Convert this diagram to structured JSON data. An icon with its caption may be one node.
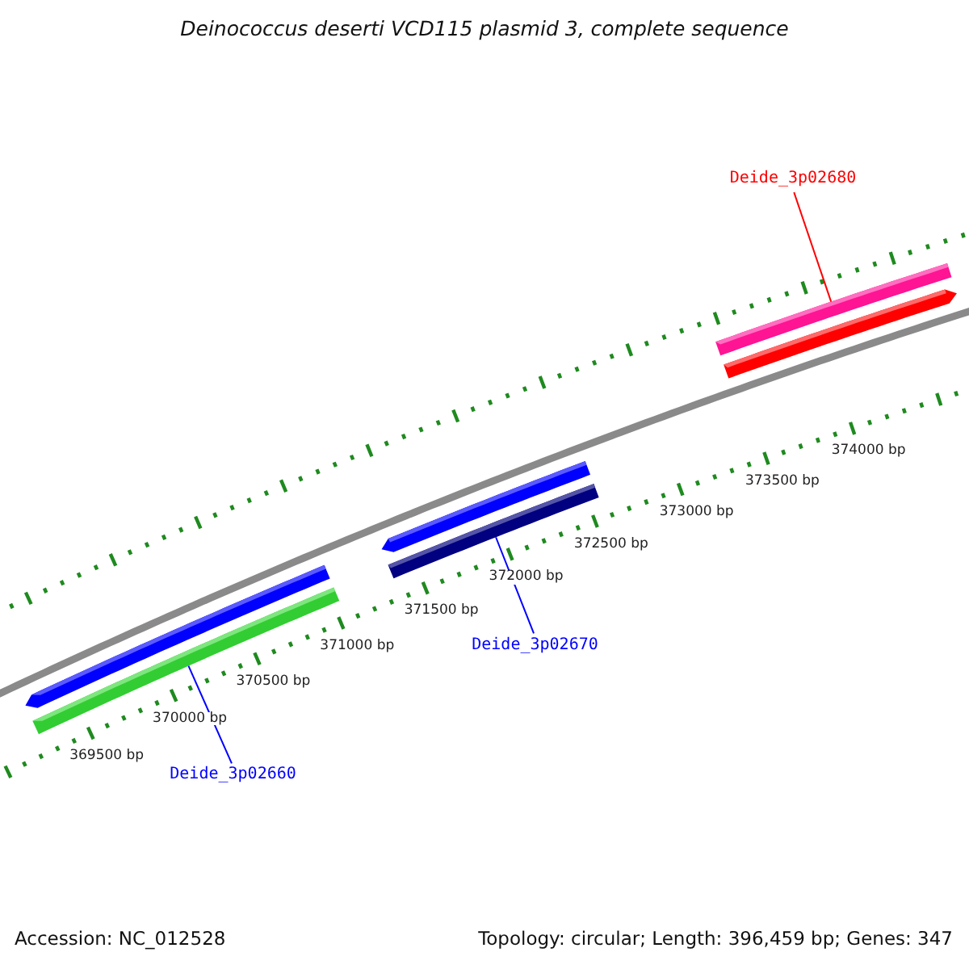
{
  "diagram": {
    "title": "Deinococcus deserti VCD115 plasmid 3, complete sequence",
    "nodes": [
      {
        "text": [
          "Deide_3p02680"
        ]
      },
      {
        "text": [],
        "shape": "bar"
      },
      {
        "text": [],
        "shape": "bar"
      },
      {
        "text": [],
        "shape": "bar"
      },
      {
        "text": [],
        "shape": "bar"
      },
      {
        "text": [
          "Deide_3p02670"
        ]
      },
      {
        "text": [],
        "shape": "bar"
      },
      {
        "text": [],
        "shape": "bar"
      },
      {
        "text": [
          "Deide_3p02660"
        ]
      }
    ],
    "edges": [
      {
        "from": 0,
        "to": 1,
        "arrow": "none",
        "color": "#ff0000"
      },
      {
        "from": 5,
        "to": 4,
        "arrow": "none"
      },
      {
        "from": 8,
        "to": 7,
        "arrow": "none"
      }
    ],
    "labels": [
      "374000 bp",
      "373500 bp",
      "373000 bp",
      "372500 bp",
      "372000 bp",
      "371500 bp",
      "371000 bp",
      "370500 bp",
      "370000 bp",
      "369500 bp",
      "Accession: NC_012528",
      "Topology: circular; Length: 396,459 bp; Genes: 347"
    ]
  }
}
